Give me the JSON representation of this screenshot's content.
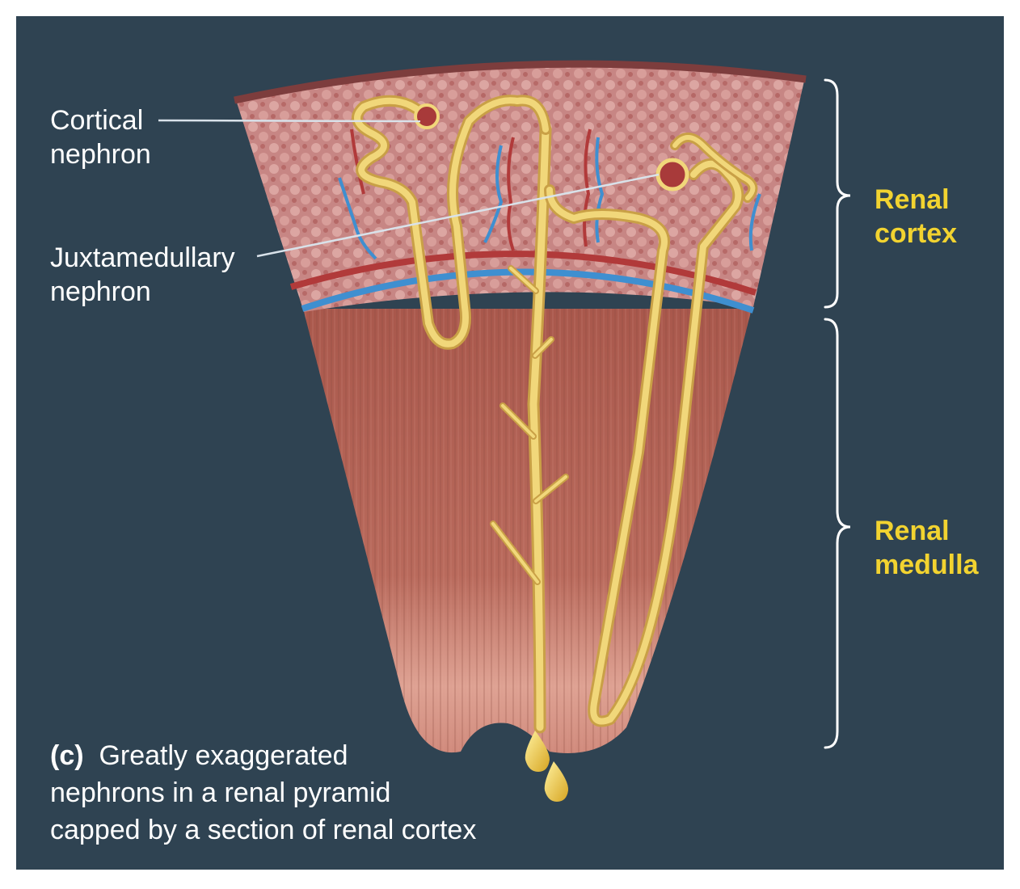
{
  "labels": {
    "cortical_nephron": "Cortical nephron",
    "juxtamedullary_nephron": "Juxtamedullary nephron"
  },
  "regions": {
    "renal_cortex": {
      "line1": "Renal",
      "line2": "cortex"
    },
    "renal_medulla": {
      "line1": "Renal",
      "line2": "medulla"
    }
  },
  "caption": {
    "part": "(c)",
    "line1": "Greatly exaggerated",
    "line2": "nephrons in a renal pyramid",
    "line3": "capped by a section of renal cortex"
  },
  "colors": {
    "background": "#2f4352",
    "label_text": "#ffffff",
    "region_text": "#f2d330",
    "bracket": "#ffffff",
    "cortex": "#c88484",
    "medulla": "#b86a5e",
    "nephron": "#ecd06a",
    "artery": "#b13a3a",
    "vein": "#3f8fd0"
  }
}
